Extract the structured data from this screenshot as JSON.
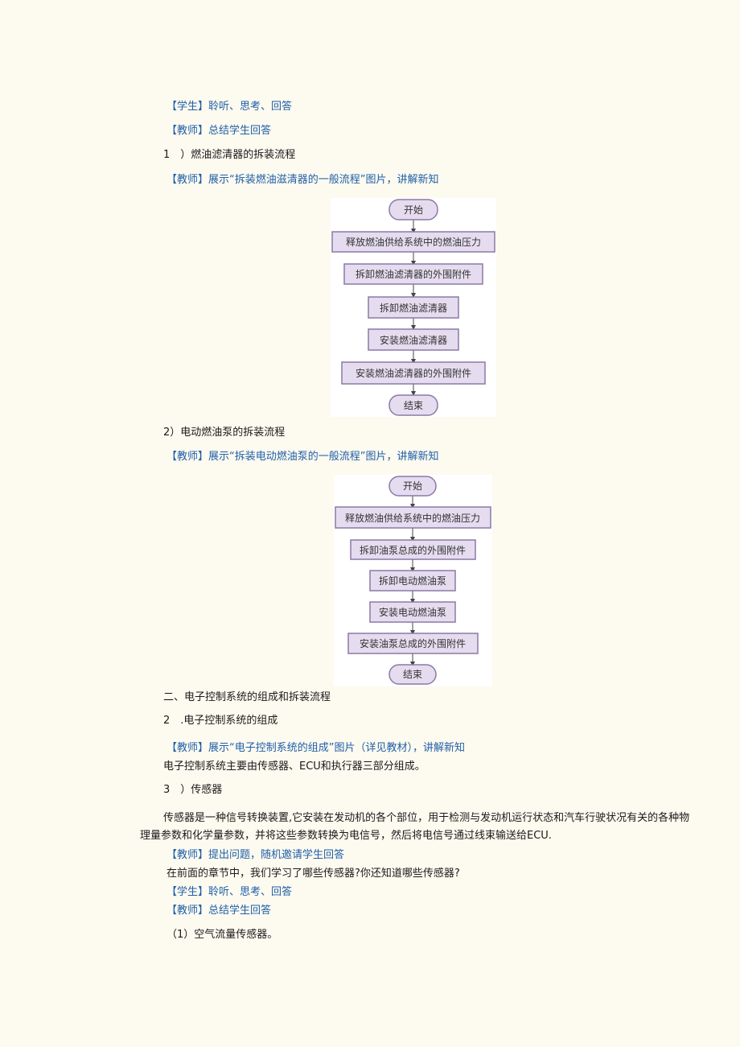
{
  "lines": {
    "l1": "【学生】聆听、思考、回答",
    "l2": "【教师】总结学生回答",
    "l3": "1　）燃油滤清器的拆装流程",
    "l4": "【教师】展示“拆装燃油滋清器的一般流程”图片，讲解新知",
    "l5": "2）电动燃油泵的拆装流程",
    "l6": "【教师】展示“拆装电动燃油泵的一般流程”图片，讲解新知",
    "l7": "二、电子控制系统的组成和拆装流程",
    "l8": "2　.电子控制系统的组成",
    "l9": "【教师】展示“电子控制系统的组成”图片（详见教材），讲解新知",
    "l10": "电子控制系统主要由传感器、ECU和执行器三部分组成。",
    "l11": "3　）传感器",
    "p1": "传感器是一种信号转换装置,它安装在发动机的各个部位，用于检测与发动机运行状态和汽车行驶状况有关的各种物理量参数和化学量参数，并将这些参数转换为电信号，然后将电信号通过线束输送给ECU.",
    "l12": "【教师】提出问题，随机邀请学生回答",
    "l13": "在前面的章节中，我们学习了哪些传感器?你还知道哪些传感器?",
    "l14": "【学生】聆听、思考、回答",
    "l15": "【教师】总结学生回答",
    "l16": "（1）空气流量传感器。"
  },
  "flow1": {
    "nodes": [
      "开始",
      "释放燃油供给系统中的燃油压力",
      "拆卸燃油滤清器的外围附件",
      "拆卸燃油滤清器",
      "安装燃油滤清器",
      "安装燃油滤清器的外围附件",
      "结束"
    ]
  },
  "flow2": {
    "nodes": [
      "开始",
      "释放燃油供给系统中的燃油压力",
      "拆卸油泵总成的外围附件",
      "拆卸电动燃油泵",
      "安装电动燃油泵",
      "安装油泵总成的外围附件",
      "结束"
    ]
  },
  "colors": {
    "text_blue": "#1f5fa8",
    "box_fill": "#e6dcef",
    "box_stroke": "#8a7aa6"
  }
}
